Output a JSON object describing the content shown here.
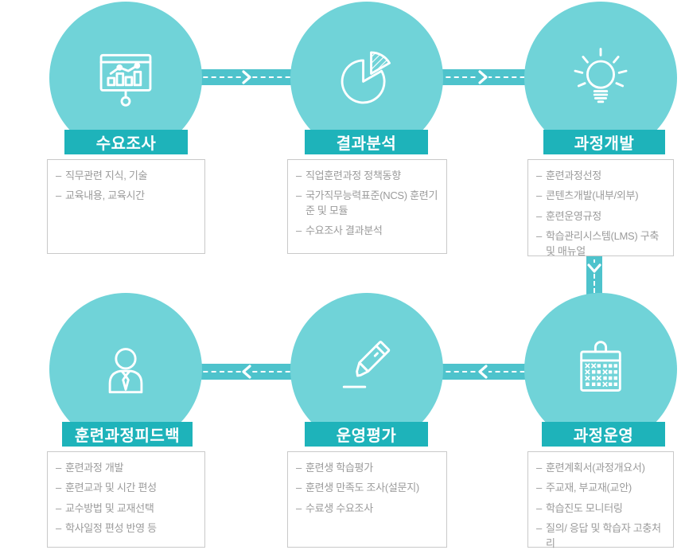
{
  "colors": {
    "background": "#ffffff",
    "circle_fill": "#70d3d8",
    "arrow_band": "#4ec3cc",
    "title_bar": "#1eb3ba",
    "title_text": "#ffffff",
    "box_border": "#c9c9c9",
    "item_text": "#9b9b9b"
  },
  "bullet": "–",
  "flow": {
    "arrows": [
      {
        "from": "수요조사",
        "to": "결과분석",
        "direction": "right"
      },
      {
        "from": "결과분석",
        "to": "과정개발",
        "direction": "right"
      },
      {
        "from": "과정개발",
        "to": "과정운영",
        "direction": "down"
      },
      {
        "from": "과정운영",
        "to": "운영평가",
        "direction": "left"
      },
      {
        "from": "운영평가",
        "to": "훈련과정피드백",
        "direction": "left"
      }
    ]
  },
  "steps": [
    {
      "title": "수요조사",
      "icon": "bar-chart-presentation-icon",
      "items": [
        "직무관련 지식, 기술",
        "교육내용, 교육시간"
      ]
    },
    {
      "title": "결과분석",
      "icon": "pie-chart-icon",
      "items": [
        "직업훈련과정 정책동향",
        "국가직무능력표준(NCS) 훈련기준 및 모듈",
        "수요조사 결과분석"
      ]
    },
    {
      "title": "과정개발",
      "icon": "lightbulb-icon",
      "items": [
        "훈련과정선정",
        "콘텐츠개발(내부/외부)",
        "훈련운영규정",
        "학습관리시스템(LMS) 구축 및 매뉴얼"
      ]
    },
    {
      "title": "훈련과정피드백",
      "icon": "person-icon",
      "items": [
        "훈련과정 개발",
        "훈련교과 및 시간 편성",
        "교수방법 및 교재선택",
        "학사일정 편성 반영 등"
      ]
    },
    {
      "title": "운영평가",
      "icon": "marker-pen-icon",
      "items": [
        "훈련생 학습평가",
        "훈련생 만족도 조사(설문지)",
        "수료생 수요조사"
      ]
    },
    {
      "title": "과정운영",
      "icon": "calendar-icon",
      "items": [
        "훈련계획서(과정개요서)",
        "주교재, 부교재(교안)",
        "학습진도 모니터링",
        "질의/ 응답 및 학습자 고충처리"
      ]
    }
  ]
}
